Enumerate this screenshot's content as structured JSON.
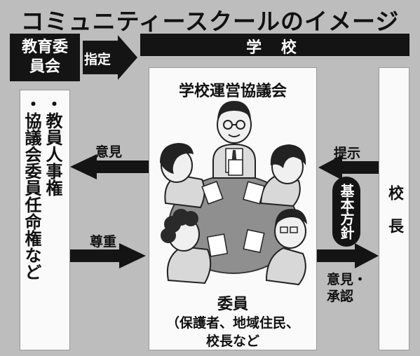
{
  "title": "コミュニティースクールのイメージ",
  "board_of_education": "教育委員会",
  "designation_label": "指定",
  "school_header": "学 校",
  "council_title": "学校運営協議会",
  "authority_list": [
    "・教員人事権",
    "・協議会委員任命権など"
  ],
  "opinion_label": "意見",
  "respect_label": "尊重",
  "present_label": "提示",
  "basic_policy": "基本方針",
  "principal": "校 長",
  "opinion_approval": [
    "意見・",
    "承認"
  ],
  "members": {
    "title": "委員",
    "detail_line1": "（保護者、地域住民、",
    "detail_line2": "校長など"
  }
}
